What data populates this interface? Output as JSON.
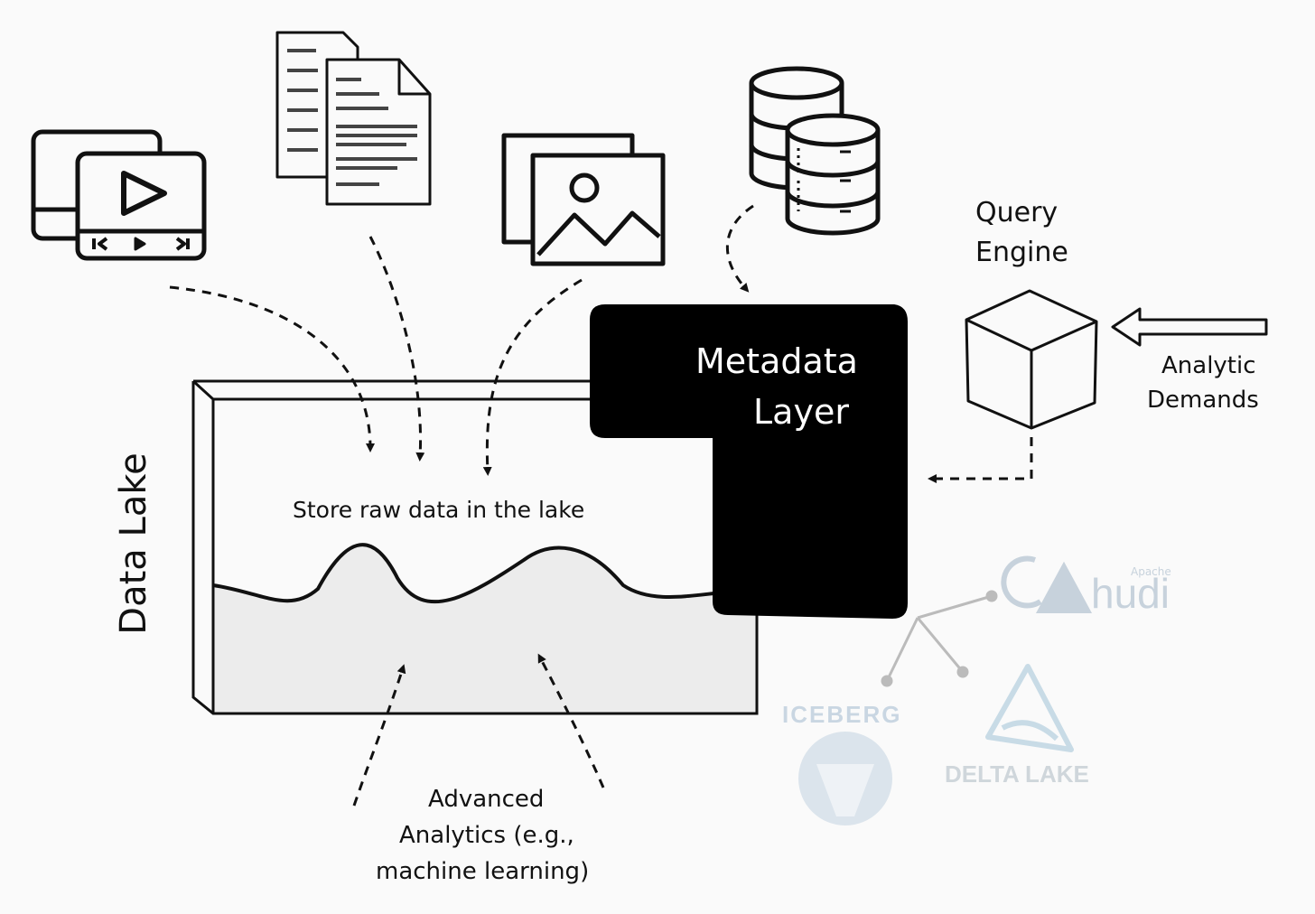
{
  "diagram": {
    "lake_label": "Data Lake",
    "store_caption": "Store raw data in the lake",
    "metadata_layer": {
      "line1": "Metadata",
      "line2": "Layer"
    },
    "query_engine": {
      "line1": "Query",
      "line2": "Engine"
    },
    "analytic_demands": {
      "line1": "Analytic",
      "line2": "Demands"
    },
    "advanced_analytics": {
      "line1": "Advanced",
      "line2": "Analytics (e.g.,",
      "line3": "machine learning)"
    },
    "table_formats": {
      "hudi": {
        "small": "Apache",
        "name": "hudi"
      },
      "iceberg": "ICEBERG",
      "delta": "DELTA LAKE"
    },
    "source_icons": [
      "video-files-icon",
      "document-files-icon",
      "image-files-icon",
      "database-icon"
    ],
    "colors": {
      "ink": "#111111",
      "water": "#ececec",
      "logo_faded": "#c7d2dc",
      "metadata_bg": "#000000"
    }
  }
}
